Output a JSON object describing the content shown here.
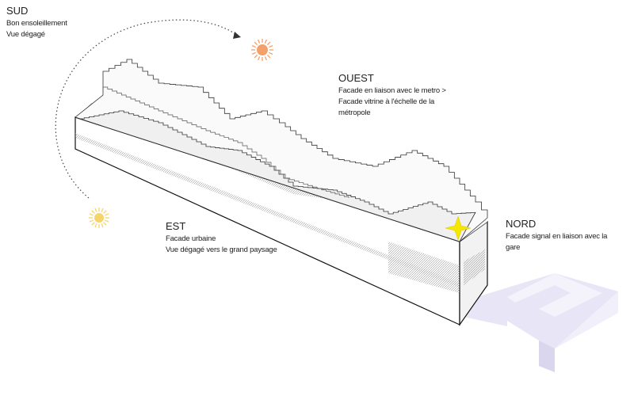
{
  "labels": {
    "sud": {
      "title": "SUD",
      "lines": [
        "Bon ensoleillement",
        "Vue dégagé"
      ]
    },
    "ouest": {
      "title": "OUEST",
      "lines": [
        "Facade en liaison avec le metro >",
        "Facade vitrine à l'échelle de la",
        "métropole"
      ]
    },
    "est": {
      "title": "EST",
      "lines": [
        "Facade urbaine",
        "Vue dégagé vers le grand paysage"
      ]
    },
    "nord": {
      "title": "NORD",
      "lines": [
        "Facade signal en liaison avec la",
        "gare"
      ]
    }
  },
  "colors": {
    "sun_orange": "#f4a06a",
    "sun_yellow": "#f7d46a",
    "star": "#f7e600",
    "annex": "#e6e4f4"
  }
}
